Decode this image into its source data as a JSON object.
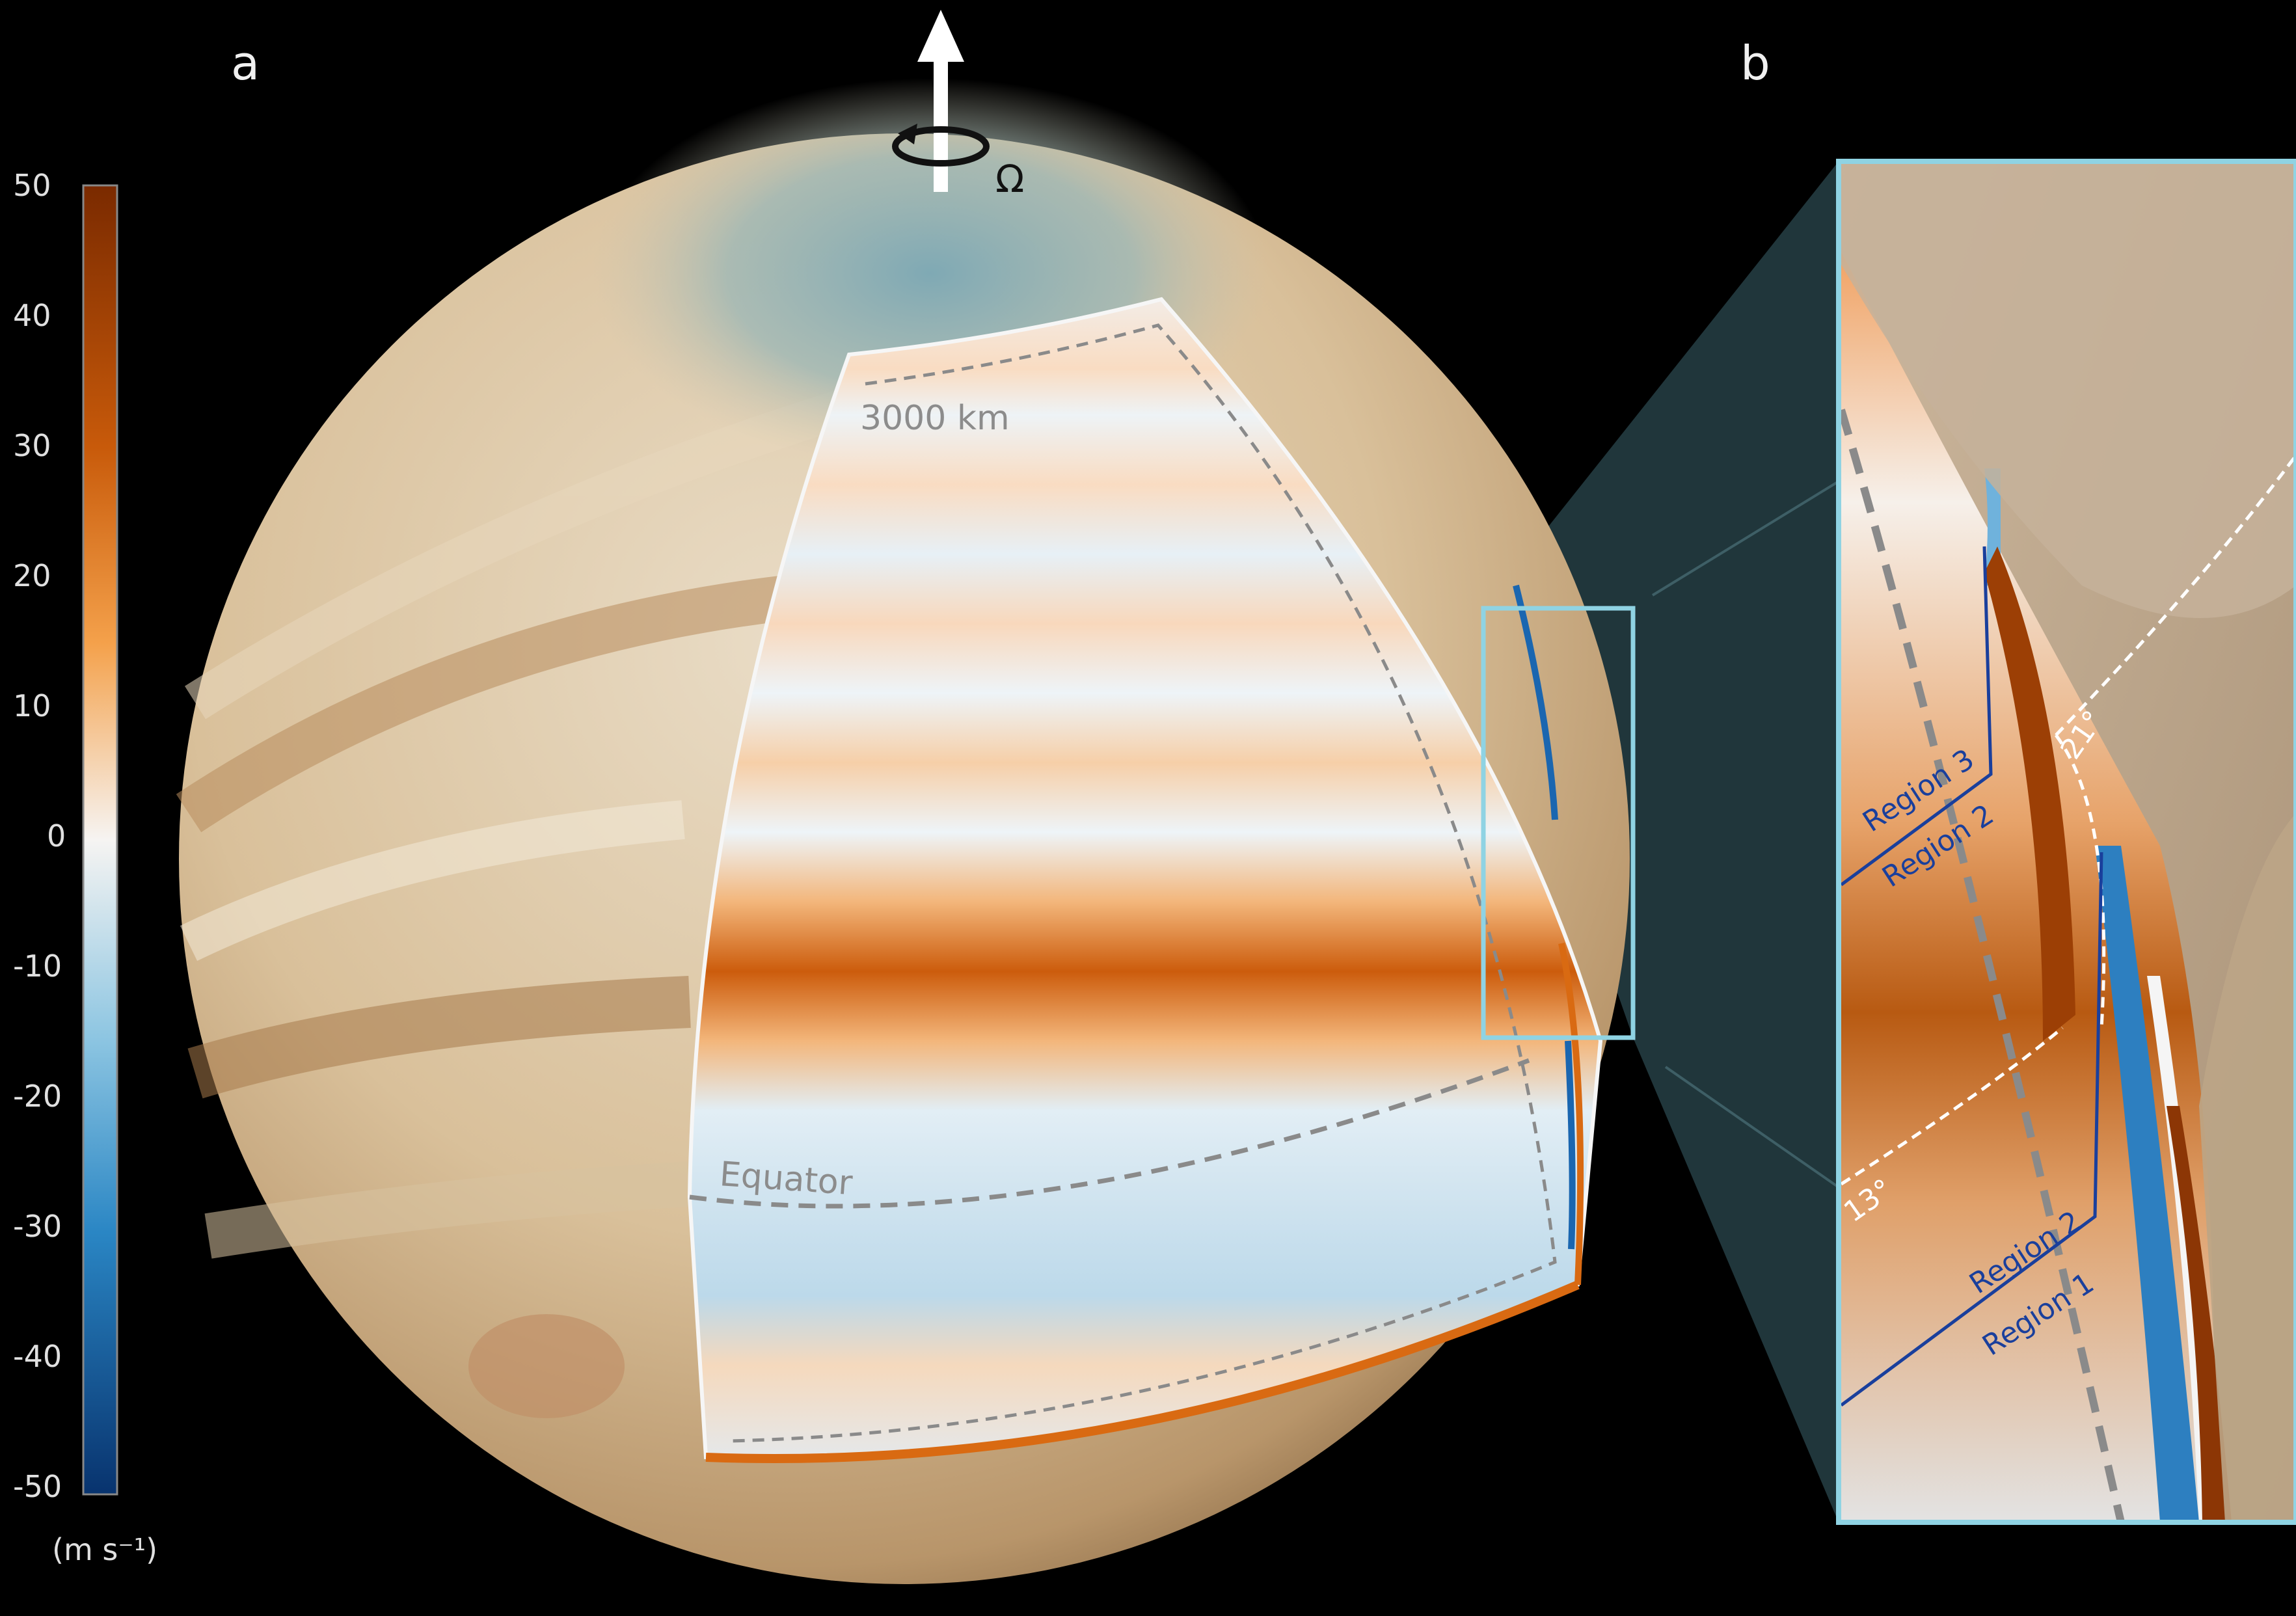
{
  "panels": {
    "a": "a",
    "b": "b"
  },
  "colorbar": {
    "ticks": [
      "50",
      "40",
      "30",
      "20",
      "10",
      "0",
      "-10",
      "-20",
      "-30",
      "-40",
      "-50"
    ],
    "units": "(m s⁻¹)",
    "range": [
      -50,
      50
    ]
  },
  "rotation_symbol": "Ω",
  "labels": {
    "depth": "3000 km",
    "equator": "Equator",
    "lat_21": "21°",
    "lat_13": "13°",
    "region3": "Region 3",
    "region2_top": "Region 2",
    "region2_bottom": "Region 2",
    "region1": "Region 1"
  },
  "colors": {
    "positive": "#b34700",
    "zero": "#f4f1ee",
    "negative": "#0a4f9c",
    "inset_frame": "#8fd3e3",
    "region_lines": "#1a3f9c"
  }
}
